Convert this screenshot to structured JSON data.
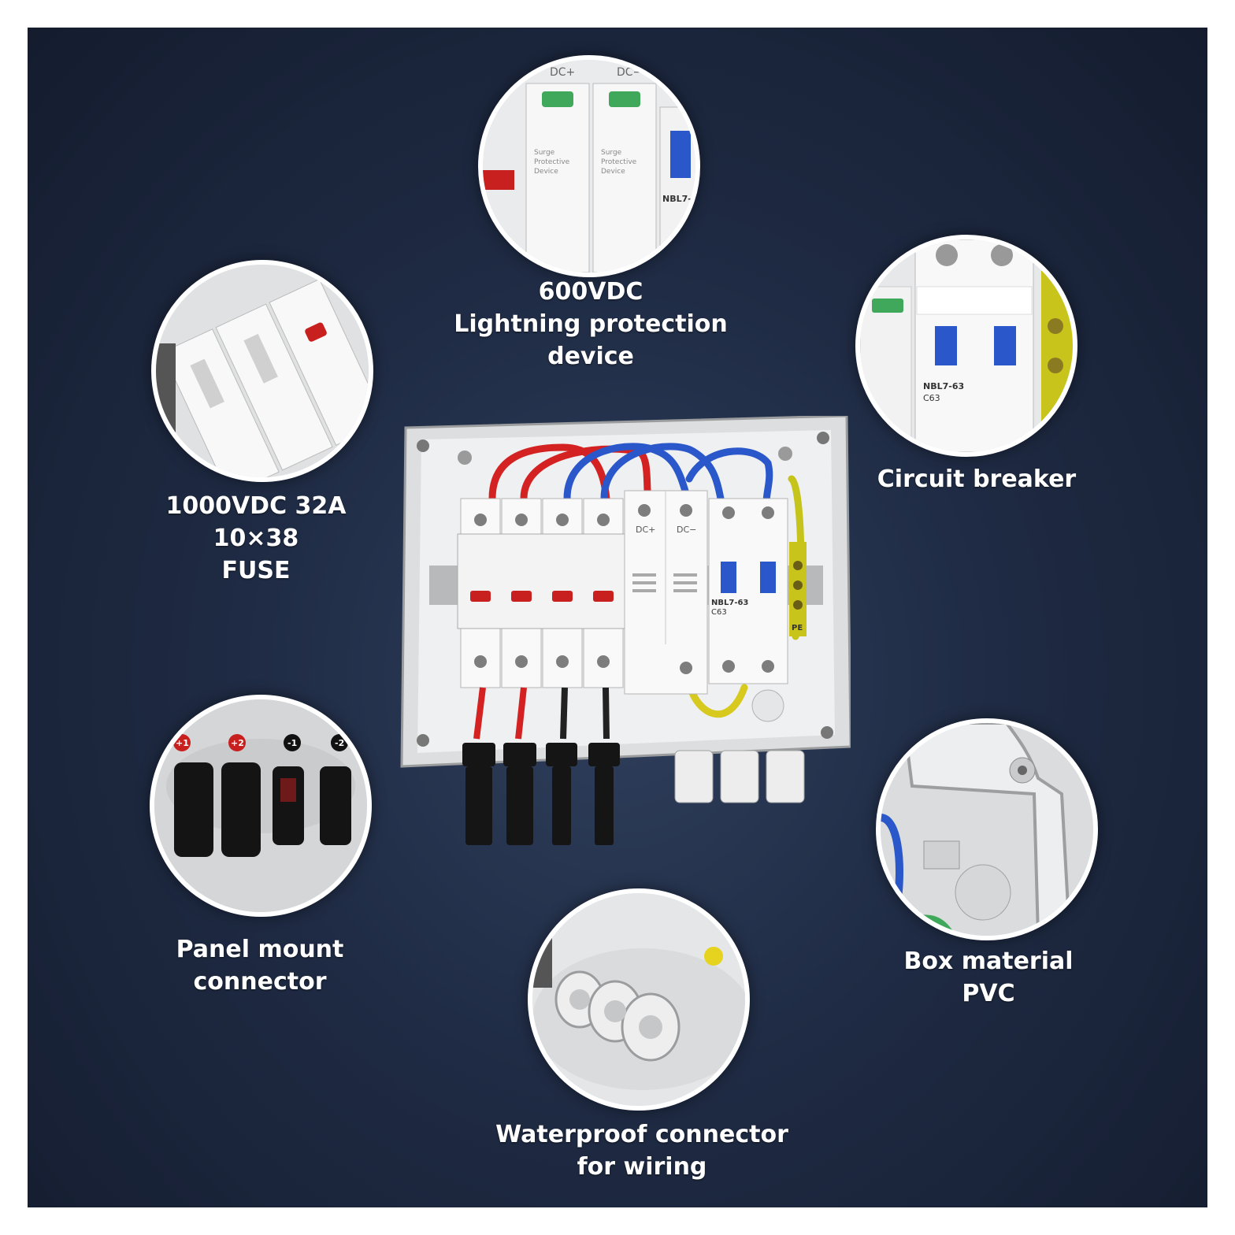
{
  "labels": {
    "lightning": {
      "line1": "600VDC",
      "line2": "Lightning protection",
      "line3": "device"
    },
    "breaker": {
      "line1": "Circuit breaker"
    },
    "fuse": {
      "line1": "1000VDC 32A",
      "line2": "10×38",
      "line3": "FUSE"
    },
    "connector": {
      "line1": "Panel mount connector"
    },
    "box": {
      "line1": "Box material",
      "line2": "PVC"
    },
    "waterproof": {
      "line1": "Waterproof connector",
      "line2": "for wiring"
    }
  },
  "terminals": {
    "dc_plus": "DC+",
    "dc_minus": "DC−",
    "pe": "PE"
  },
  "breaker_model": {
    "name": "NBL7-63",
    "rating": "C63"
  },
  "connector_marks": {
    "p1": "+1",
    "p2": "+2",
    "m1": "-1",
    "m2": "-2"
  },
  "colors": {
    "background": "#1f2b44",
    "red_wire": "#d42222",
    "blue_wire": "#2a57c9",
    "yellow_green_wire": "#d7c91e"
  }
}
